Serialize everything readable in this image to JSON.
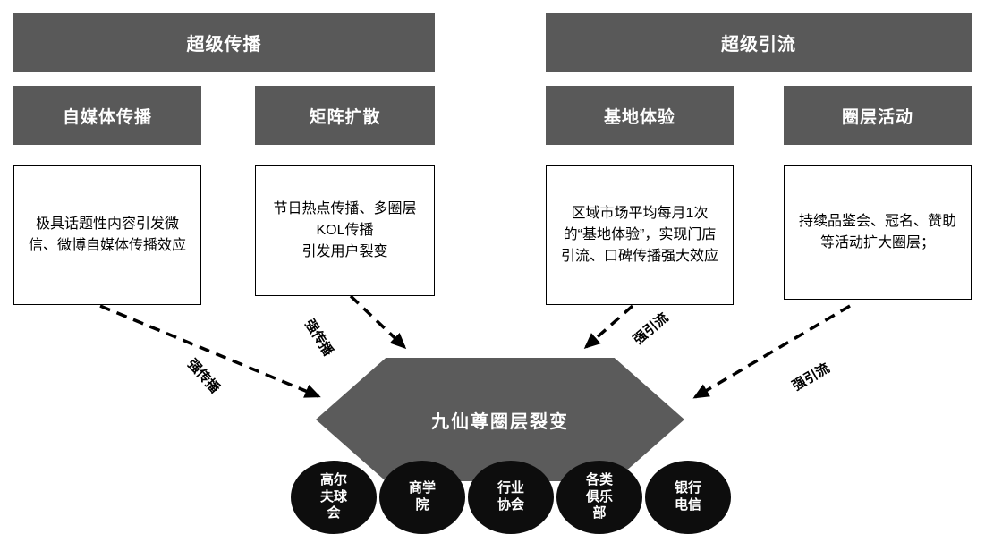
{
  "headers": {
    "super_spread": "超级传播",
    "super_traffic": "超级引流"
  },
  "columns": [
    {
      "title": "自媒体传播",
      "body": "极具话题性内容引发微信、微博自媒体传播效应",
      "arrow_label": "强传播"
    },
    {
      "title": "矩阵扩散",
      "body": "节日热点传播、多圈层KOL传播\n引发用户裂变",
      "arrow_label": "强传播"
    },
    {
      "title": "基地体验",
      "body": "区域市场平均每月1次的“基地体验”，实现门店引流、口碑传播强大效应",
      "arrow_label": "强引流"
    },
    {
      "title": "圈层活动",
      "body": "持续品鉴会、冠名、赞助等活动扩大圈层；",
      "arrow_label": "强引流"
    }
  ],
  "center": {
    "label": "九仙尊圈层裂变"
  },
  "audiences": [
    {
      "label": "高尔夫球会"
    },
    {
      "label": "商学院"
    },
    {
      "label": "行业协会"
    },
    {
      "label": "各类俱乐部"
    },
    {
      "label": "银行电信"
    }
  ],
  "colors": {
    "gray": "#595959",
    "hex-gray": "#5b5b5b",
    "ellipse-black": "#0d0d0d",
    "arrow-black": "#000000"
  }
}
